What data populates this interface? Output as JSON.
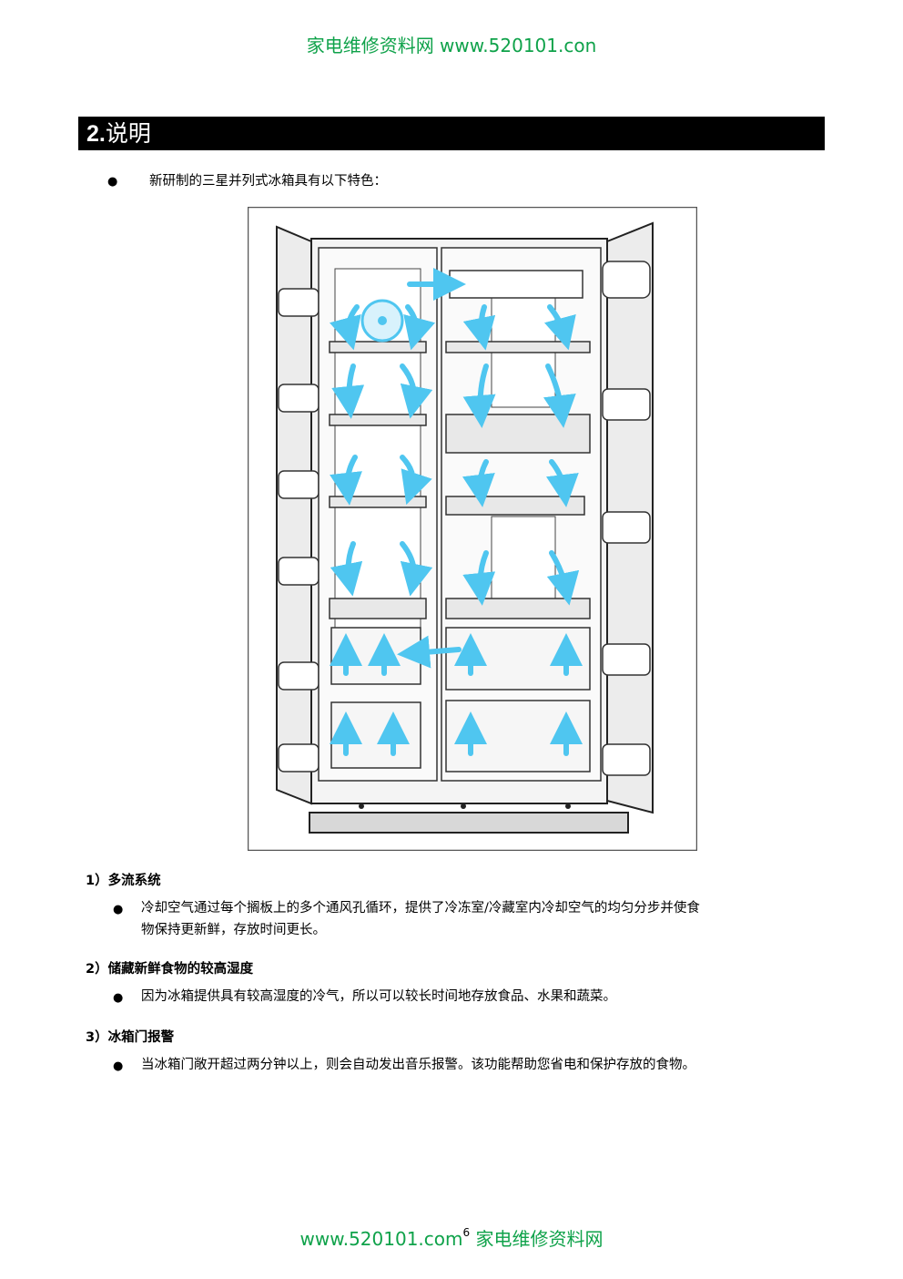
{
  "header": {
    "watermark": "家电维修资料网  www.520101.con"
  },
  "section": {
    "number": "2.",
    "title": "说明"
  },
  "intro": {
    "bullet": "●",
    "text": "新研制的三星并列式冰箱具有以下特色："
  },
  "features": [
    {
      "label": "1）多流系统",
      "bullet": "●",
      "line1": "冷却空气通过每个搁板上的多个通风孔循环，提供了冷冻室/冷藏室内冷却空气的均匀分步并使食",
      "line2": "物保持更新鲜，存放时间更长。"
    },
    {
      "label": "2）储藏新鲜食物的较高湿度",
      "bullet": "●",
      "line1": "因为冰箱提供具有较高湿度的冷气，所以可以较长时间地存放食品、水果和蔬菜。"
    },
    {
      "label": "3）冰箱门报警",
      "bullet": "●",
      "line1": "当冰箱门敞开超过两分钟以上，则会自动发出音乐报警。该功能帮助您省电和保护存放的食物。"
    }
  ],
  "footer": {
    "site": "www.520101.com",
    "page": "6",
    "name": "家电维修资料网"
  },
  "colors": {
    "watermark": "#0fa24a",
    "airflow": "#4fc6f0",
    "section_bar": "#000000"
  }
}
